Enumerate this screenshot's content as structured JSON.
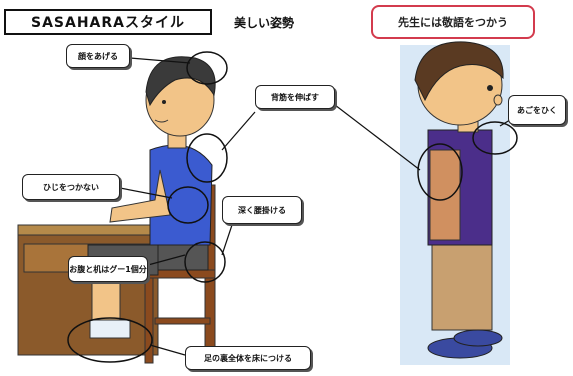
{
  "title": "SASAHARAスタイル",
  "subtitle": "美しい姿勢",
  "right_title": "先生には敬語をつかう",
  "labels": {
    "raise_head": "顔をあげる",
    "stretch_back": "背筋を伸ばす",
    "no_elbows": "ひじをつかない",
    "sit_deep": "深く腰掛ける",
    "desk_gap": "お腹と机はグー1個分",
    "feet_floor": "足の裏全体を床につける",
    "chin_pull": "あごをひく"
  },
  "colors": {
    "accent_red": "#d33b4d",
    "shirt_blue": "#3b5bd0",
    "vest_purple": "#4b2e8a",
    "skin": "#f2c488",
    "pants_tan": "#c8a070"
  }
}
